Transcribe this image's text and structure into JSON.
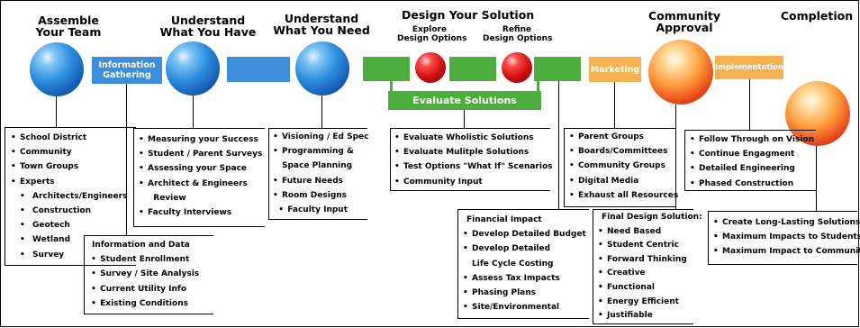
{
  "stages": {
    "assemble": {
      "line1": "Assemble",
      "line2": "Your Team"
    },
    "understand_have": {
      "line1": "Understand",
      "line2": "What You Have"
    },
    "understand_need": {
      "line1": "Understand",
      "line2": "What You Need"
    },
    "design": {
      "title": "Design Your Solution",
      "explore_1": "Explore",
      "explore_2": "Design Options",
      "refine_1": "Refine",
      "refine_2": "Design Options"
    },
    "community": {
      "line1": "Community",
      "line2": "Approval"
    },
    "completion": {
      "title": "Completion"
    }
  },
  "bar_labels": {
    "info_1": "Information",
    "info_2": "Gathering",
    "evaluate": "Evaluate Solutions",
    "marketing": "Marketing",
    "implementation": "Implementation"
  },
  "colors": {
    "blue": "#3d8fdc",
    "green": "#4cae3c",
    "orange": "#f6b14e"
  },
  "lists": {
    "team": [
      {
        "text": "School District",
        "level": 0
      },
      {
        "text": "Community",
        "level": 0
      },
      {
        "text": "Town Groups",
        "level": 0
      },
      {
        "text": "Experts",
        "level": 0
      },
      {
        "text": "Architects/Engineers",
        "level": 1
      },
      {
        "text": "Construction",
        "level": 1
      },
      {
        "text": "Geotech",
        "level": 1
      },
      {
        "text": "Wetland",
        "level": 1
      },
      {
        "text": "Survey",
        "level": 1
      }
    ],
    "info_data": {
      "heading": "Information and Data",
      "items": [
        "Student Enrollment",
        "Survey / Site Analysis",
        "Current Utility Info",
        "Existing Conditions"
      ]
    },
    "have": [
      {
        "text": "Measuring your Success",
        "cont": false
      },
      {
        "text": "Student / Parent Surveys",
        "cont": false
      },
      {
        "text": "Assessing your Space",
        "cont": false
      },
      {
        "text": "Architect & Engineers",
        "cont": false
      },
      {
        "text": "Review",
        "cont": true
      },
      {
        "text": "Faculty Interviews",
        "cont": false
      }
    ],
    "need": [
      {
        "text": "Visioning / Ed Spec",
        "cont": false
      },
      {
        "text": "Programming &",
        "cont": false
      },
      {
        "text": "Space Planning",
        "cont": true
      },
      {
        "text": "Future Needs",
        "cont": false
      },
      {
        "text": "Room Designs",
        "cont": false
      },
      {
        "text": "Faculty Input",
        "cont": false,
        "sub": true
      }
    ],
    "evaluate": [
      "Evaluate Wholistic Solutions",
      "Evaluate Mulitple Solutions",
      "Test Options \"What If\" Scenarios",
      "Community Input"
    ],
    "financial": {
      "heading": "Financial Impact",
      "items": [
        {
          "text": "Develop Detailed Budget",
          "cont": false
        },
        {
          "text": "Develop Detailed",
          "cont": false
        },
        {
          "text": "Life Cycle Costing",
          "cont": true
        },
        {
          "text": "Assess Tax Impacts",
          "cont": false
        },
        {
          "text": "Phasing Plans",
          "cont": false
        },
        {
          "text": "Site/Environmental",
          "cont": false
        }
      ]
    },
    "marketing": [
      "Parent Groups",
      "Boards/Committees",
      "Community Groups",
      "Digital Media",
      "Exhaust all Resources"
    ],
    "final_design": {
      "heading": "Final Design Solution:",
      "items": [
        "Need Based",
        "Student Centric",
        "Forward Thinking",
        "Creative",
        "Functional",
        "Energy Efficient",
        "Justifiable"
      ]
    },
    "implementation": [
      "Follow Through on Vision",
      "Continue Engagment",
      "Detailed Engineering",
      "Phased Construction"
    ],
    "completion": [
      "Create Long-Lasting Solutions",
      "Maximum Impacts to Students",
      "Maximum Impact to Community"
    ]
  }
}
